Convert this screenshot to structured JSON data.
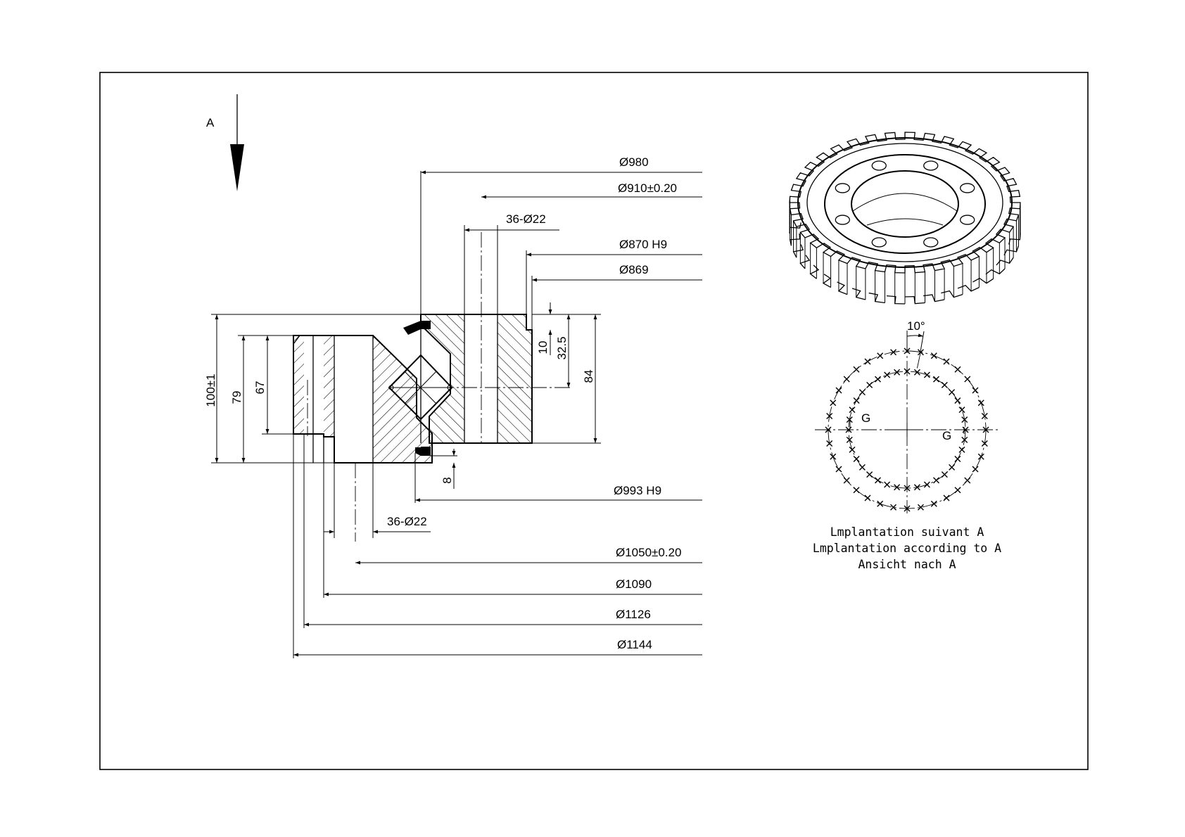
{
  "view_arrow": {
    "label": "A"
  },
  "dims_top": {
    "d980": "Ø980",
    "d910": "Ø910±0.20",
    "holes_inner": "36-Ø22",
    "d870": "Ø870 H9",
    "d869": "Ø869"
  },
  "dims_vertical": {
    "h100": "100±1",
    "h79": "79",
    "h67": "67",
    "h10": "10",
    "h32": "32.5",
    "h84": "84",
    "h8": "8"
  },
  "dims_bottom": {
    "d993": "Ø993 H9",
    "holes_outer": "36-Ø22",
    "d1050": "Ø1050±0.20",
    "d1090": "Ø1090",
    "d1126": "Ø1126",
    "d1144": "Ø1144"
  },
  "layout_view": {
    "angle": "10°",
    "g_left": "G",
    "g_right": "G",
    "caption_fr": "Lmplantation suivant A",
    "caption_en": "Lmplantation according to A",
    "caption_de": "Ansicht nach A",
    "outer_hole_count": 36,
    "inner_hole_count": 36
  },
  "gear_view": {
    "teeth_count": 36,
    "bolt_holes_visible": 8
  }
}
